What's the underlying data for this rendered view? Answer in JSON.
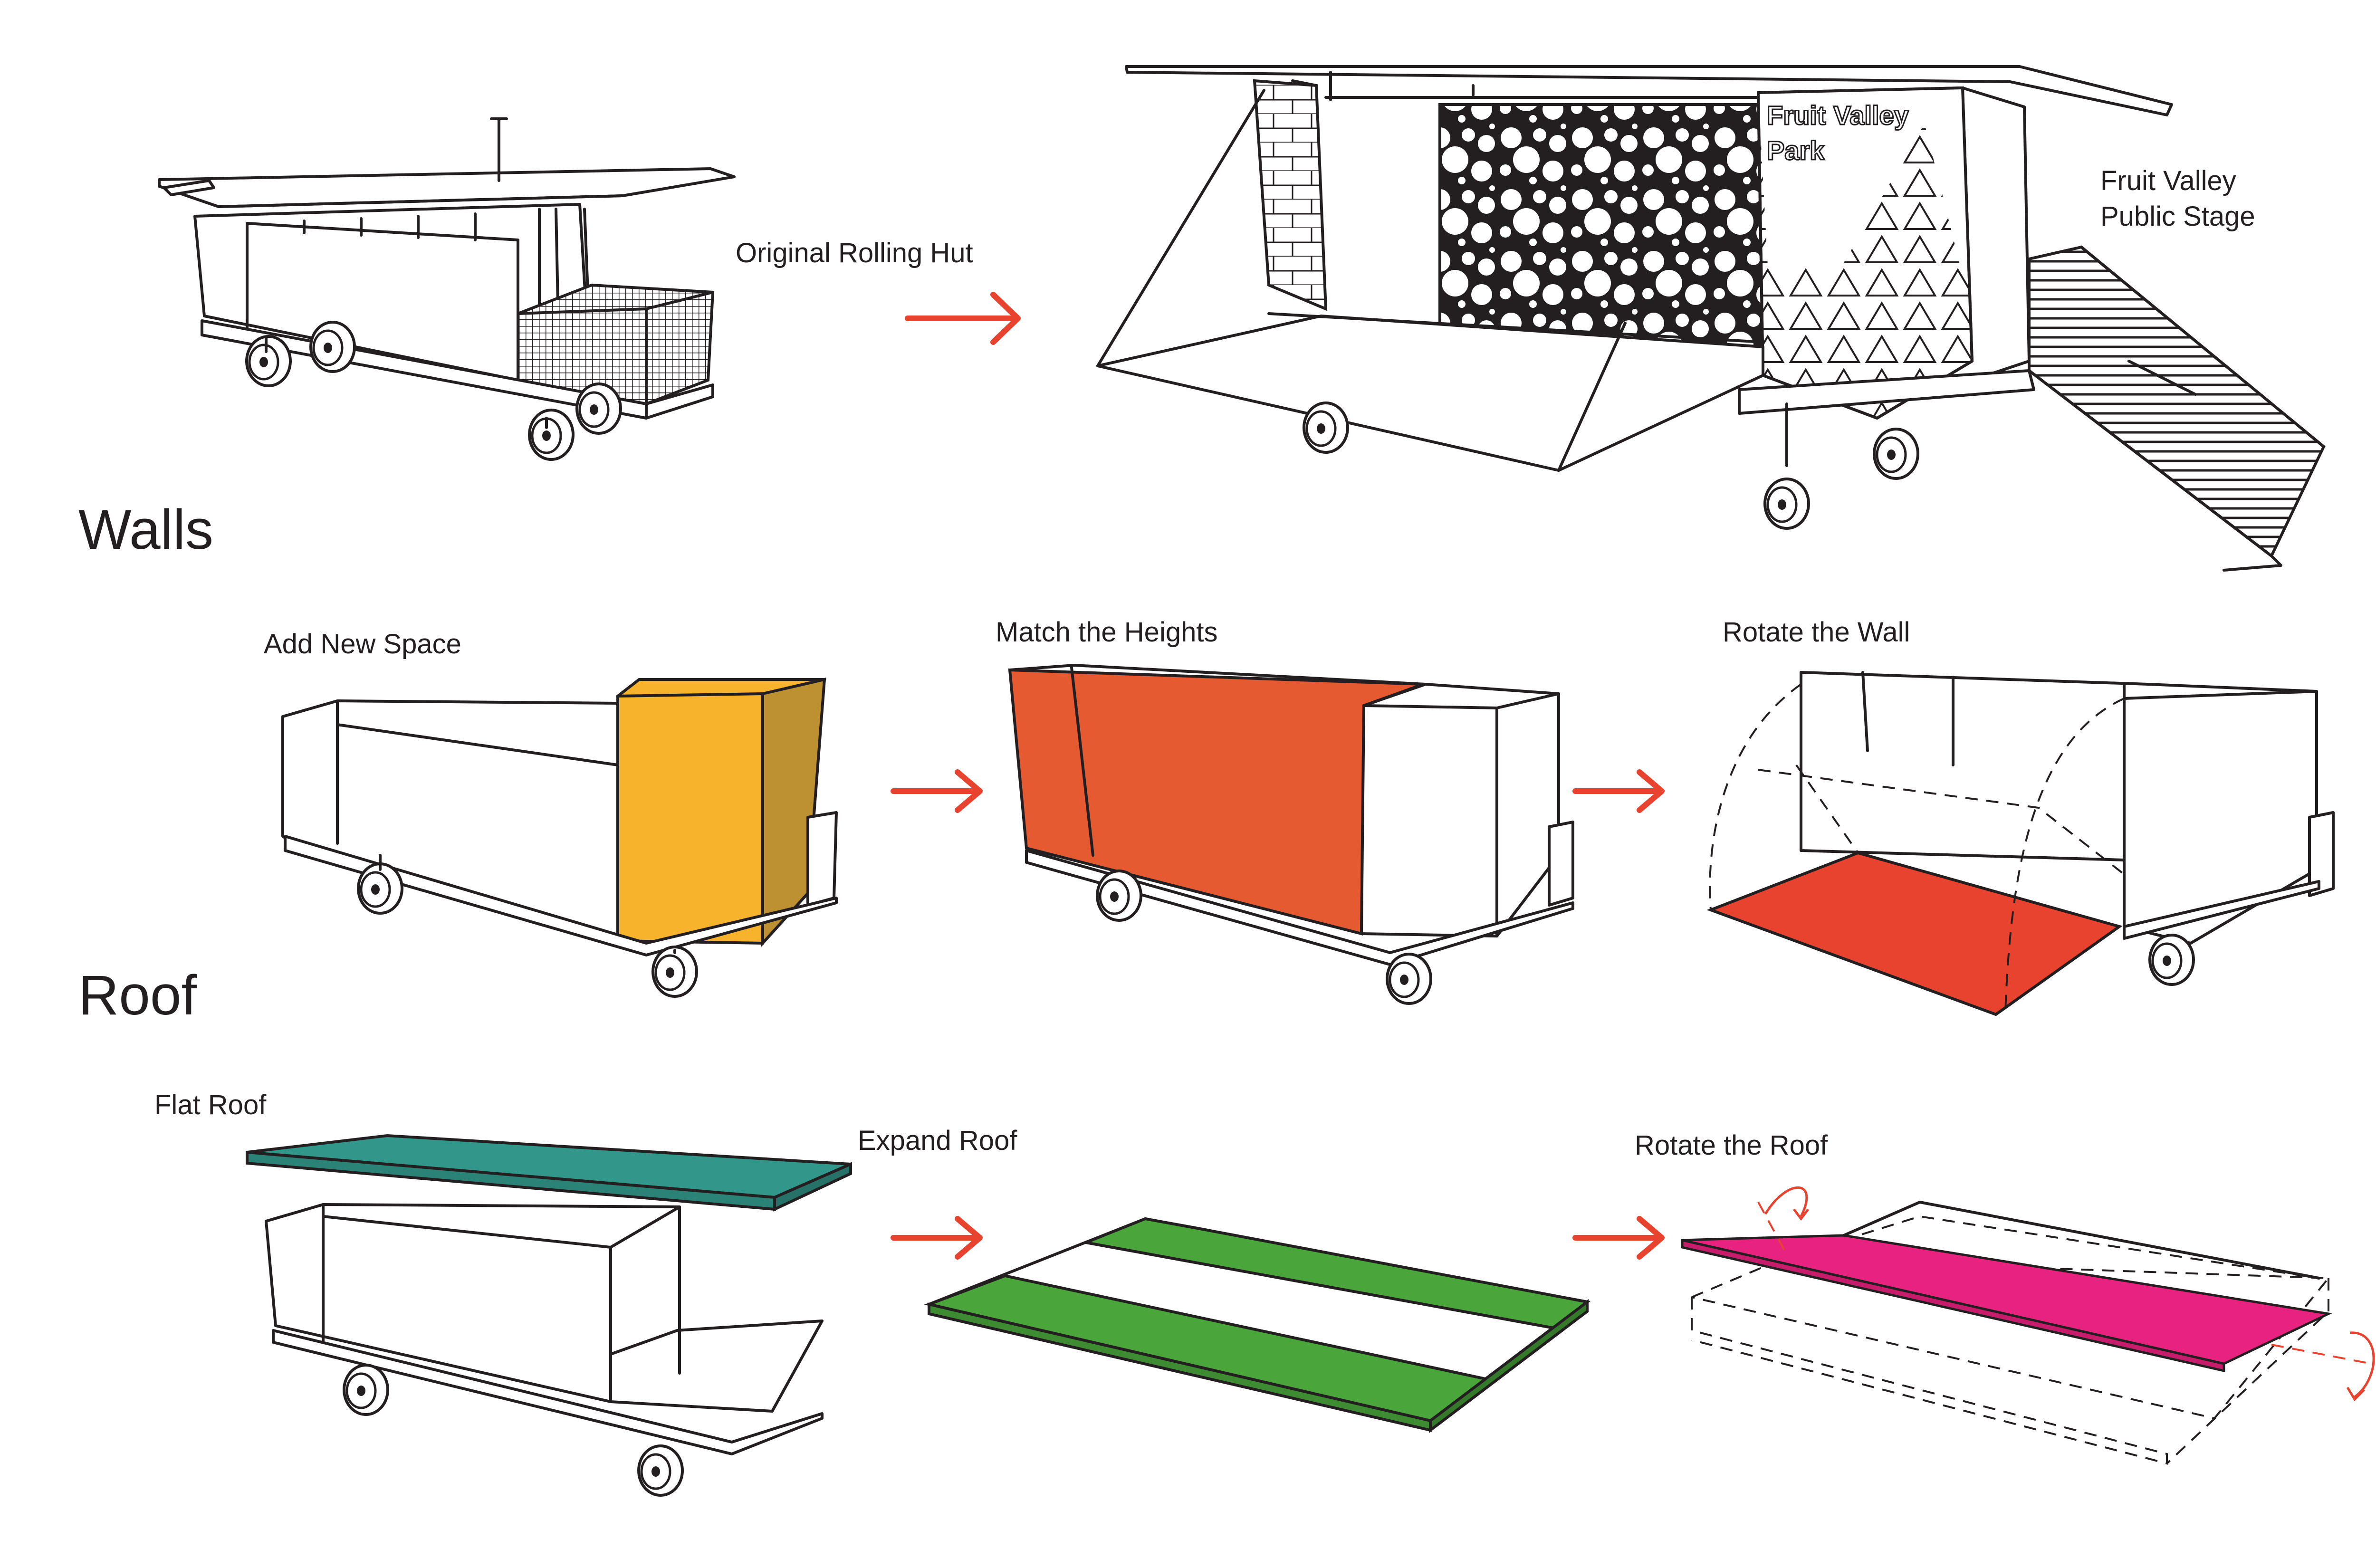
{
  "section_headings": {
    "walls": "Walls",
    "roof": "Roof"
  },
  "top_row": {
    "original_label": "Original Rolling Hut",
    "sign_line1": "Fruit Valley",
    "sign_line2": "Park",
    "stage_label_line1": "Fruit Valley",
    "stage_label_line2": "Public Stage"
  },
  "walls_row": {
    "step1": "Add New Space",
    "step2": "Match the Heights",
    "step3": "Rotate the Wall"
  },
  "roof_row": {
    "step1": "Flat Roof",
    "step2": "Expand Roof",
    "step3": "Rotate the Roof"
  },
  "colors": {
    "arrow": "#e8432f",
    "new_space_front": "#f8b32d",
    "new_space_side": "#bd9132",
    "match_heights": "#e65a32",
    "rotated_wall": "#e8432f",
    "flat_roof": "#31978a",
    "expand_roof_bands": "#4aa63b",
    "rotated_roof": "#e8237f"
  },
  "icons": [
    "arrow-right-icon",
    "rotation-arrow-icon",
    "wheel-icon"
  ]
}
